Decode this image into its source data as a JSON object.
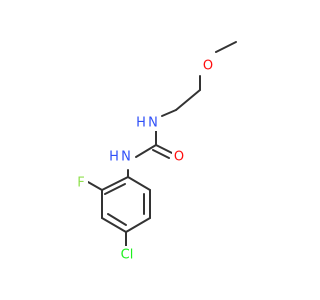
{
  "molecule": {
    "atoms": {
      "O_methoxy": {
        "label": "O",
        "color": "#ff0d0d"
      },
      "N_upper": {
        "label": "N",
        "color": "#3050f8"
      },
      "O_carbonyl": {
        "label": "O",
        "color": "#ff0d0d"
      },
      "N_lower": {
        "label": "N",
        "color": "#3050f8"
      },
      "H_upper": {
        "label": "H",
        "color": "#3050f8"
      },
      "H_lower": {
        "label": "H",
        "color": "#3050f8"
      },
      "F": {
        "label": "F",
        "color": "#90e050"
      },
      "Cl": {
        "label": "Cl",
        "color": "#1ff01f"
      }
    },
    "bond_color": "#333333"
  }
}
